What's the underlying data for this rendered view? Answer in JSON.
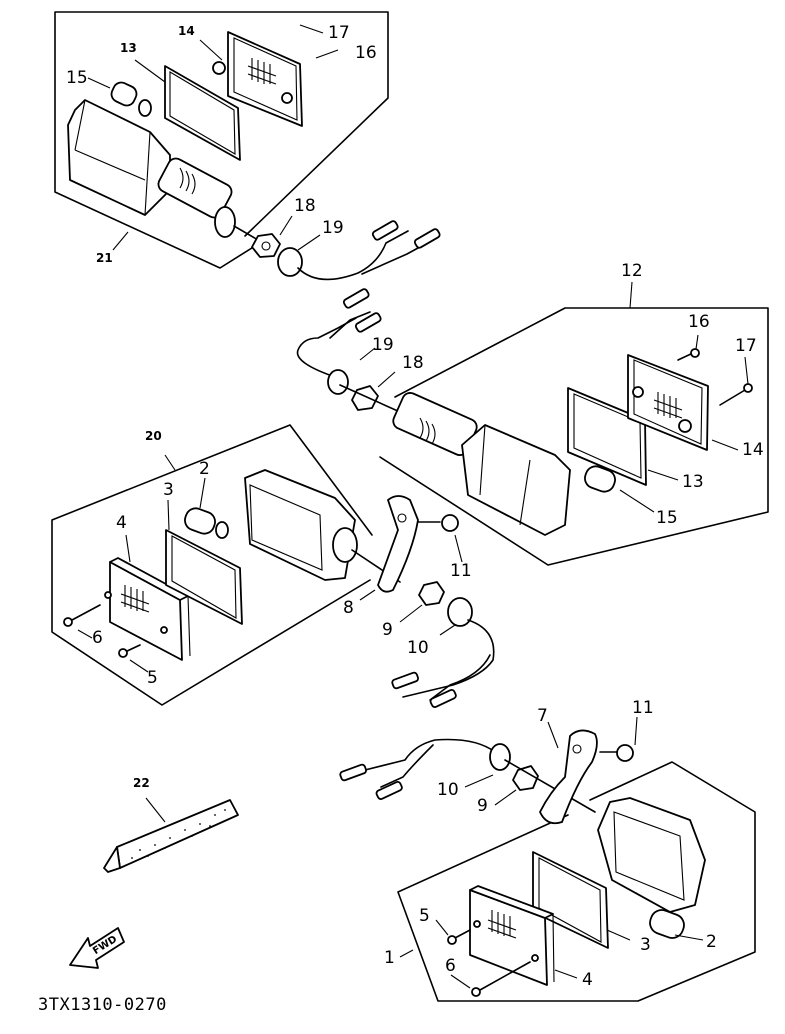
{
  "diagram": {
    "title": "Turn signal light assembly (exploded view)",
    "drawing_code": "3TX1310-0270",
    "direction_marker": "FWD",
    "assemblies": [
      {
        "id": "front-left-flasher",
        "callout": "21",
        "parts": [
          "13",
          "14",
          "15",
          "16",
          "17",
          "18",
          "19"
        ]
      },
      {
        "id": "front-right-flasher",
        "callout": "12",
        "parts": [
          "13",
          "14",
          "15",
          "16",
          "17",
          "18",
          "19"
        ]
      },
      {
        "id": "rear-left-flasher",
        "callout": "20",
        "parts": [
          "2",
          "3",
          "4",
          "5",
          "6",
          "8",
          "9",
          "10",
          "11"
        ]
      },
      {
        "id": "rear-right-flasher",
        "callout": "1",
        "parts": [
          "2",
          "3",
          "4",
          "5",
          "6",
          "7",
          "9",
          "10",
          "11"
        ]
      }
    ],
    "labels": {
      "a21_13": "13",
      "a21_14": "14",
      "a21_15": "15",
      "a21_16": "16",
      "a21_17": "17",
      "a21_18": "18",
      "a21_19": "19",
      "a21": "21",
      "a12": "12",
      "a12_16": "16",
      "a12_17": "17",
      "a12_19": "19",
      "a12_18": "18",
      "a12_14": "14",
      "a12_13": "13",
      "a12_15": "15",
      "a20": "20",
      "a20_2": "2",
      "a20_3": "3",
      "a20_4": "4",
      "a20_6": "6",
      "a20_5": "5",
      "a20_8": "8",
      "a20_9": "9",
      "a20_10": "10",
      "a20_11": "11",
      "a1_7": "7",
      "a1_11": "11",
      "a1_10": "10",
      "a1_9": "9",
      "a1_5": "5",
      "a1_1": "1",
      "a1_6": "6",
      "a1_3": "3",
      "a1_2": "2",
      "a1_4": "4",
      "p22": "22"
    }
  }
}
